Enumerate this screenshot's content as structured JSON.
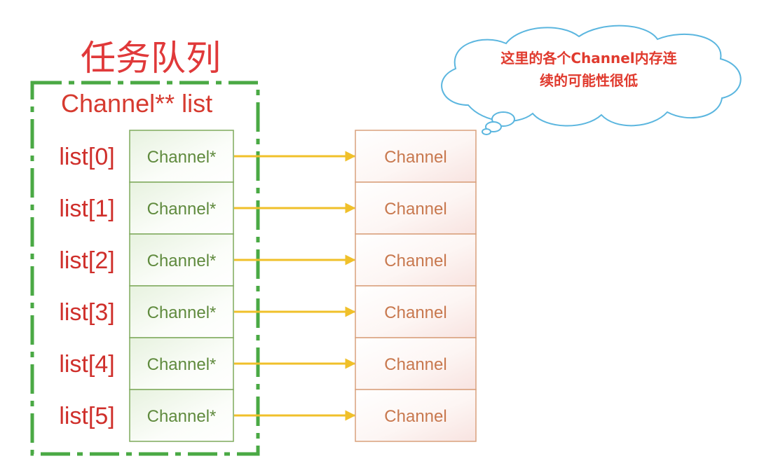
{
  "title": "任务队列",
  "list_label": "Channel** list",
  "rows": [
    {
      "index_label": "list[0]",
      "pointer_label": "Channel*",
      "target_label": "Channel"
    },
    {
      "index_label": "list[1]",
      "pointer_label": "Channel*",
      "target_label": "Channel"
    },
    {
      "index_label": "list[2]",
      "pointer_label": "Channel*",
      "target_label": "Channel"
    },
    {
      "index_label": "list[3]",
      "pointer_label": "Channel*",
      "target_label": "Channel"
    },
    {
      "index_label": "list[4]",
      "pointer_label": "Channel*",
      "target_label": "Channel"
    },
    {
      "index_label": "list[5]",
      "pointer_label": "Channel*",
      "target_label": "Channel"
    }
  ],
  "cloud_note": {
    "line1": "这里的各个Channel内存连",
    "line2": "续的可能性很低"
  },
  "colors": {
    "title": "#e0393a",
    "frame_dashed": "#4aa944",
    "pointer_cell_border": "#7faa5c",
    "pointer_cell_fill": "#f2f8ee",
    "pointer_text": "#5f8a3d",
    "channel_cell_border": "#d9a07c",
    "channel_text": "#c8784e",
    "arrow": "#f0c02a",
    "cloud_stroke": "#5bb6df",
    "cloud_text": "#e03a2e"
  }
}
